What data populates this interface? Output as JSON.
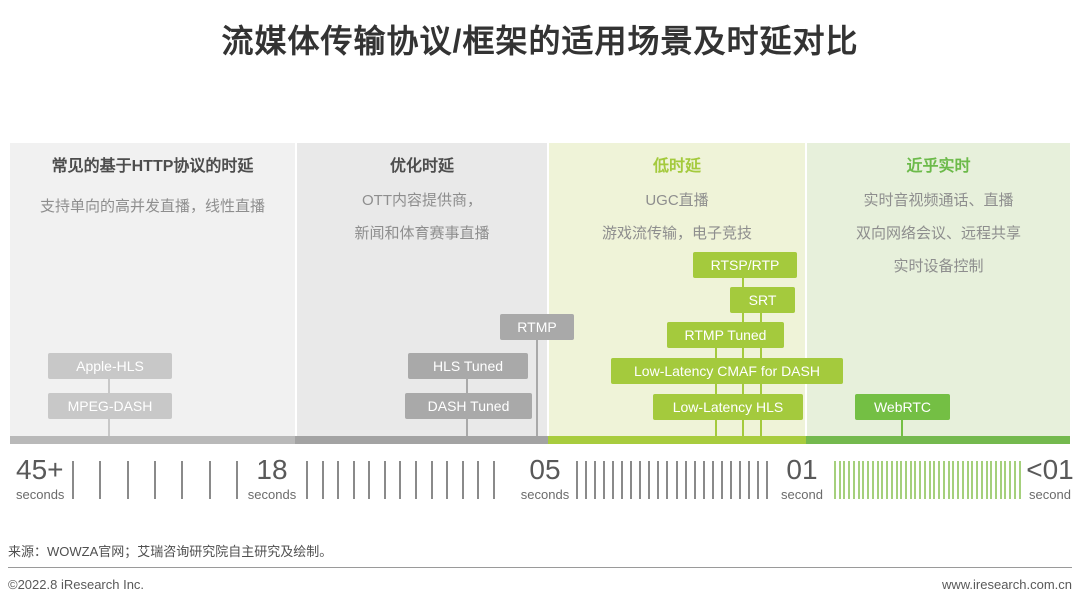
{
  "title": "流媒体传输协议/框架的适用场景及时延对比",
  "columns": {
    "http": {
      "header": "常见的基于HTTP协议的时延",
      "lines": [
        "支持单向的高并发直播，线性直播"
      ]
    },
    "optimized": {
      "header": "优化时延",
      "lines": [
        "OTT内容提供商，",
        "新闻和体育赛事直播"
      ]
    },
    "low_latency": {
      "header": "低时延",
      "lines": [
        "UGC直播",
        "游戏流传输，电子竞技"
      ]
    },
    "near_realtime": {
      "header": "近乎实时",
      "lines": [
        "实时音视频通话、直播",
        "双向网络会议、远程共享",
        "实时设备控制"
      ]
    }
  },
  "protocols": {
    "apple_hls": "Apple-HLS",
    "mpeg_dash": "MPEG-DASH",
    "rtmp": "RTMP",
    "hls_tuned": "HLS Tuned",
    "dash_tuned": "DASH Tuned",
    "rtsp_rtp": "RTSP/RTP",
    "srt": "SRT",
    "rtmp_tuned": "RTMP Tuned",
    "ll_cmaf": "Low-Latency CMAF for DASH",
    "ll_hls": "Low-Latency HLS",
    "webrtc": "WebRTC"
  },
  "timeline": {
    "labels": [
      {
        "value": "45+",
        "unit": "seconds"
      },
      {
        "value": "18",
        "unit": "seconds"
      },
      {
        "value": "05",
        "unit": "seconds"
      },
      {
        "value": "01",
        "unit": "second"
      },
      {
        "value": "<01",
        "unit": "second"
      }
    ],
    "tick_groups": [
      {
        "count": 7,
        "color": "#8a8a8a"
      },
      {
        "count": 13,
        "color": "#8a8a8a"
      },
      {
        "count": 22,
        "color": "#8a8a8a"
      },
      {
        "count": 40,
        "color": "#a5d07c"
      }
    ]
  },
  "colors": {
    "accent_lime": "#a4ca3d",
    "accent_green": "#74bf44",
    "box_light_gray": "#c8c8c8",
    "box_dark_gray": "#a9a9a9"
  },
  "source": "来源：WOWZA官网；艾瑞咨询研究院自主研究及绘制。",
  "footer": {
    "left": "©2022.8 iResearch Inc.",
    "right": "www.iresearch.com.cn"
  }
}
